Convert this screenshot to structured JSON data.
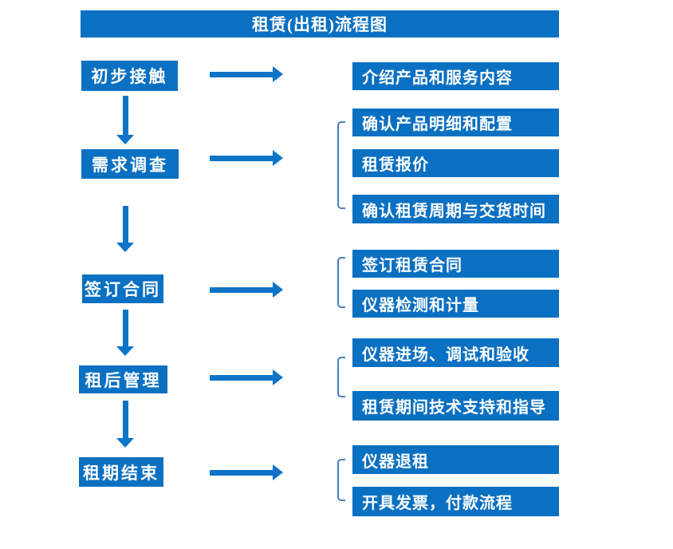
{
  "flow": {
    "title": "租赁(出租)流程图",
    "colors": {
      "box_blue": "#0a70c2",
      "arrow_blue": "#0d74c8",
      "bracket_blue": "#4a7cc7",
      "text": "#ffffff"
    },
    "steps": [
      {
        "label": "初步接触",
        "details": [
          "介绍产品和服务内容"
        ]
      },
      {
        "label": "需求调查",
        "details": [
          "确认产品明细和配置",
          "租赁报价",
          "确认租赁周期与交货时间"
        ]
      },
      {
        "label": "签订合同",
        "details": [
          "签订租赁合同",
          "仪器检测和计量"
        ]
      },
      {
        "label": "租后管理",
        "details": [
          "仪器进场、调试和验收",
          "租赁期间技术支持和指导"
        ]
      },
      {
        "label": "租期结束",
        "details": [
          "仪器退租",
          "开具发票，付款流程"
        ]
      }
    ]
  }
}
